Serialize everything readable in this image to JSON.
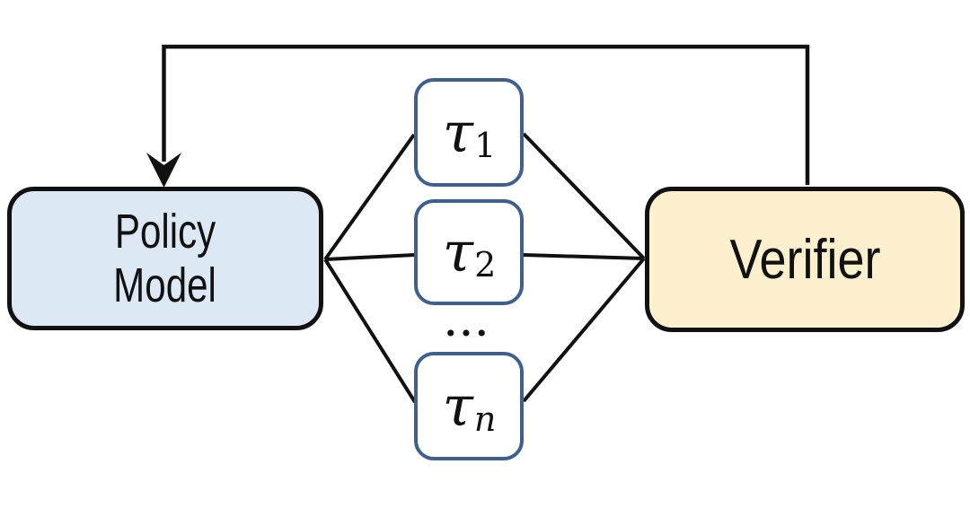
{
  "nodes": {
    "policy_model": {
      "line1": "Policy",
      "line2": "Model"
    },
    "verifier": {
      "label": "Verifier"
    },
    "trajectory_1": {
      "symbol": "τ",
      "subscript": "1"
    },
    "trajectory_2": {
      "symbol": "τ",
      "subscript": "2"
    },
    "trajectory_n": {
      "symbol": "τ",
      "subscript": "n"
    },
    "ellipsis": "..."
  },
  "colors": {
    "policy_fill": "#dce9f5",
    "verifier_fill": "#fcf0cf",
    "trajectory_fill": "#ffffff",
    "trajectory_border": "#3e608f",
    "node_border": "#111111",
    "line": "#111111"
  }
}
